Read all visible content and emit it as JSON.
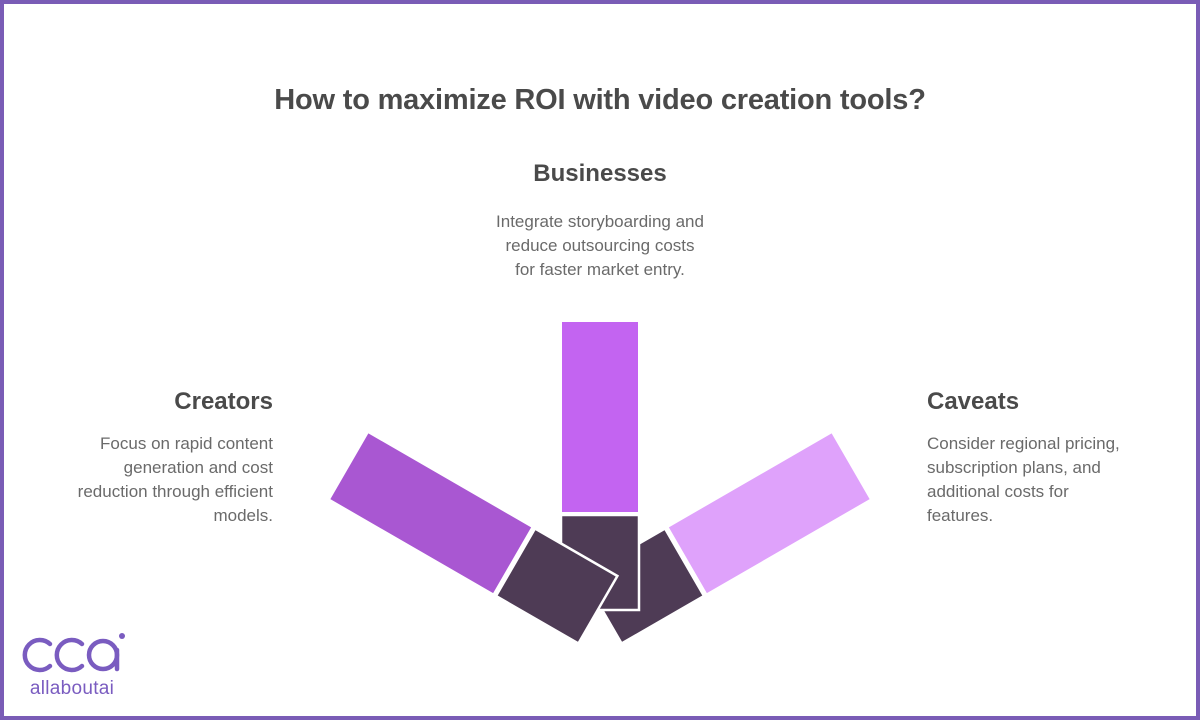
{
  "title": "How to maximize ROI with video creation tools?",
  "sections": {
    "businesses": {
      "heading": "Businesses",
      "lines": [
        "Integrate storyboarding and",
        "reduce outsourcing costs",
        "for faster market entry."
      ]
    },
    "creators": {
      "heading": "Creators",
      "lines": [
        "Focus on rapid content",
        "generation and cost",
        "reduction through efficient",
        "models."
      ]
    },
    "caveats": {
      "heading": "Caveats",
      "lines": [
        "Consider regional pricing,",
        "subscription plans, and",
        "additional costs for",
        "features."
      ]
    }
  },
  "colors": {
    "frame": "#7a5cb6",
    "businesses_bar": "#c364f1",
    "creators_bar": "#a957d2",
    "caveats_bar": "#dfa2fb",
    "base_square": "#4e3b55",
    "logo": "#7a5cc0"
  },
  "logo": {
    "mark": "aai",
    "text": "allaboutai"
  }
}
